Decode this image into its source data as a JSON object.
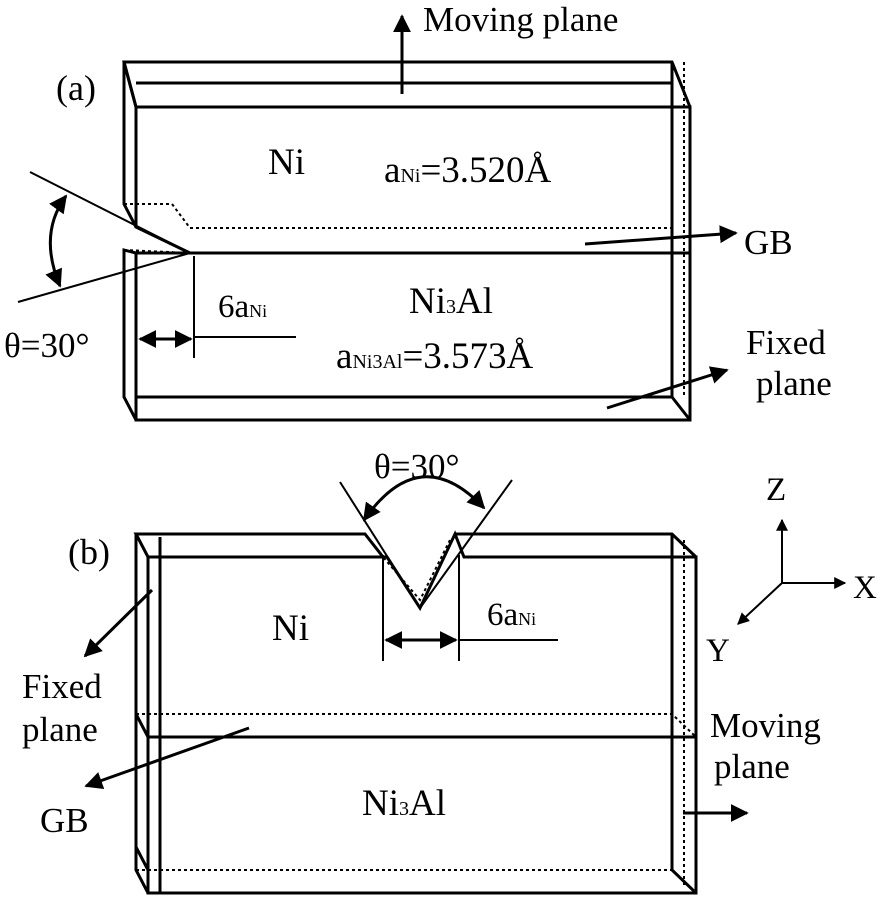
{
  "panel_a": {
    "panel_label": "(a)",
    "top_material": "Ni",
    "lattice_ni": {
      "base": "a",
      "sub": "Ni",
      "value": "=3.520Å"
    },
    "bottom_material": {
      "base": "Ni",
      "sub": "3",
      "rest": "Al"
    },
    "lattice_ni3al": {
      "base": "a",
      "sub": "Ni3Al",
      "value": "=3.573Å"
    },
    "crack_length": {
      "base": "6a",
      "sub": "Ni"
    },
    "angle": "θ=30°",
    "moving_plane": "Moving plane",
    "fixed_plane_line1": "Fixed",
    "fixed_plane_line2": "plane",
    "gb": "GB"
  },
  "panel_b": {
    "panel_label": "(b)",
    "angle": "θ=30°",
    "top_material": "Ni",
    "crack_length": {
      "base": "6a",
      "sub": "Ni"
    },
    "bottom_material": {
      "base": "Ni",
      "sub": "3",
      "rest": "Al"
    },
    "fixed_plane_line1": "Fixed",
    "fixed_plane_line2": "plane",
    "moving_plane_line1": "Moving",
    "moving_plane_line2": "plane",
    "gb": "GB"
  },
  "axes": {
    "z": "Z",
    "x": "X",
    "y": "Y"
  }
}
